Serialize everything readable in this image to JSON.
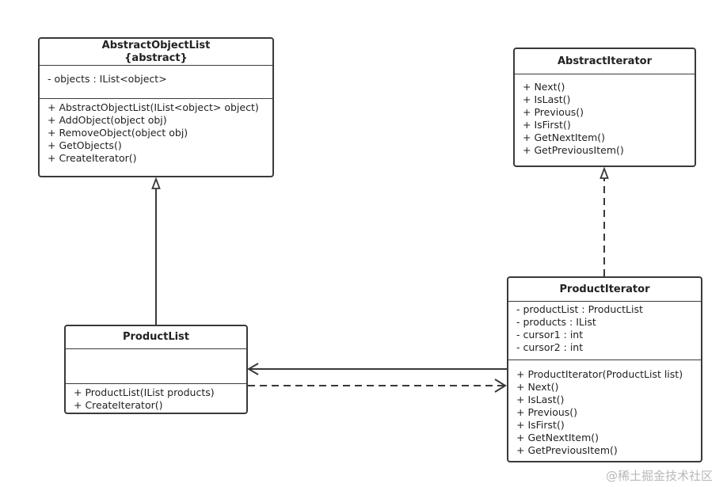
{
  "classes": {
    "abstract_object_list": {
      "name": "AbstractObjectList",
      "stereotype": "{abstract}",
      "attributes": [
        "- objects : IList<object>"
      ],
      "operations": [
        "+ AbstractObjectList(IList<object> object)",
        "+ AddObject(object obj)",
        "+ RemoveObject(object obj)",
        "+ GetObjects()",
        "+ CreateIterator()"
      ]
    },
    "abstract_iterator": {
      "name": "AbstractIterator",
      "operations": [
        "+ Next()",
        "+ IsLast()",
        "+ Previous()",
        "+ IsFirst()",
        "+ GetNextItem()",
        "+ GetPreviousItem()"
      ]
    },
    "product_list": {
      "name": "ProductList",
      "operations": [
        "+ ProductList(IList products)",
        "+ CreateIterator()"
      ]
    },
    "product_iterator": {
      "name": "ProductIterator",
      "attributes": [
        "- productList : ProductList",
        "- products : IList",
        "- cursor1 : int",
        "- cursor2 : int"
      ],
      "operations": [
        "+ ProductIterator(ProductList list)",
        "+ Next()",
        "+ IsLast()",
        "+ Previous()",
        "+ IsFirst()",
        "+ GetNextItem()",
        "+ GetPreviousItem()"
      ]
    }
  },
  "relations": [
    {
      "from": "ProductList",
      "to": "AbstractObjectList",
      "kind": "generalization"
    },
    {
      "from": "ProductIterator",
      "to": "AbstractIterator",
      "kind": "realization"
    },
    {
      "from": "ProductIterator",
      "to": "ProductList",
      "kind": "association"
    },
    {
      "from": "ProductList",
      "to": "ProductIterator",
      "kind": "dependency"
    }
  ],
  "watermark": "@稀土掘金技术社区",
  "colors": {
    "stroke": "#3a3a3a",
    "background": "#ffffff",
    "text": "#222222",
    "watermark": "#b8b8b8"
  }
}
